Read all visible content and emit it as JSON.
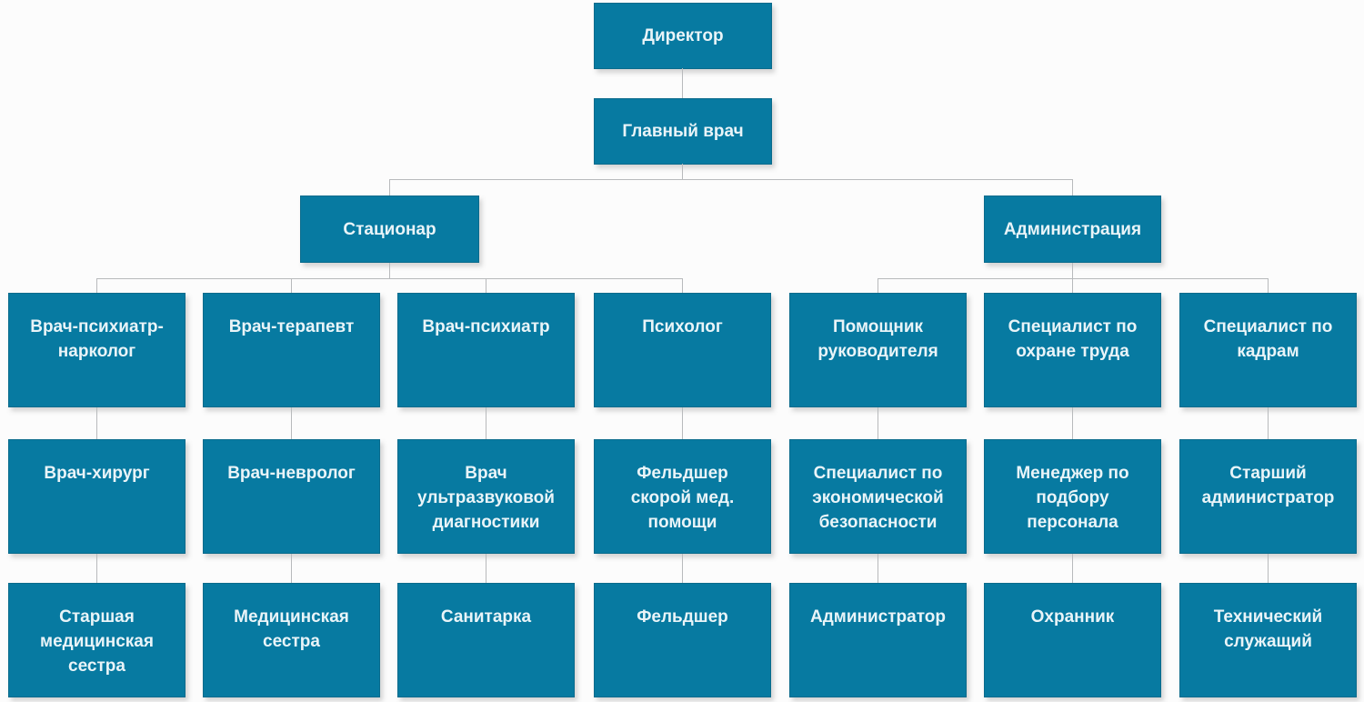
{
  "palette": {
    "box_fill": "#077aa1",
    "box_border": "#0a6b8c",
    "box_text": "#e9f4f8",
    "connector": "#b8babc",
    "background": "#fcfcfc"
  },
  "org": {
    "director": "Директор",
    "chief": "Главный врач",
    "branches": [
      {
        "name": "Стационар",
        "columns": [
          [
            "Врач-психиатр-нарколог",
            "Врач-хирург",
            "Старшая медицинская сестра"
          ],
          [
            "Врач-терапевт",
            "Врач-невролог",
            "Медицинская сестра"
          ],
          [
            "Врач-психиатр",
            "Врач ультразвуковой диагностики",
            "Санитарка"
          ],
          [
            "Психолог",
            "Фельдшер скорой мед. помощи",
            "Фельдшер"
          ]
        ]
      },
      {
        "name": "Администрация",
        "columns": [
          [
            "Помощник руководителя",
            "Специалист по экономической безопасности",
            "Администратор"
          ],
          [
            "Специалист по охране труда",
            "Менеджер по подбору персонала",
            "Охранник"
          ],
          [
            "Специалист по кадрам",
            "Старший администратор",
            "Технический служащий"
          ]
        ]
      }
    ]
  }
}
